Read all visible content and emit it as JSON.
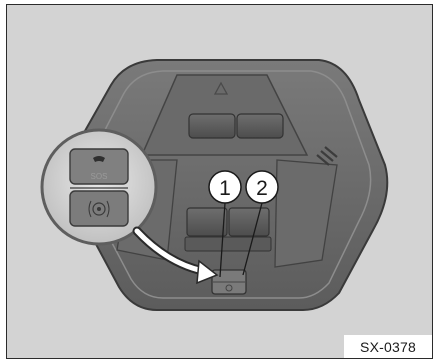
{
  "figure": {
    "code": "SX-0378",
    "callouts": [
      {
        "number": "1"
      },
      {
        "number": "2"
      }
    ],
    "inset": {
      "sos_label": "SOS",
      "icons": [
        "phone-icon",
        "roadside-assist-icon"
      ]
    }
  }
}
